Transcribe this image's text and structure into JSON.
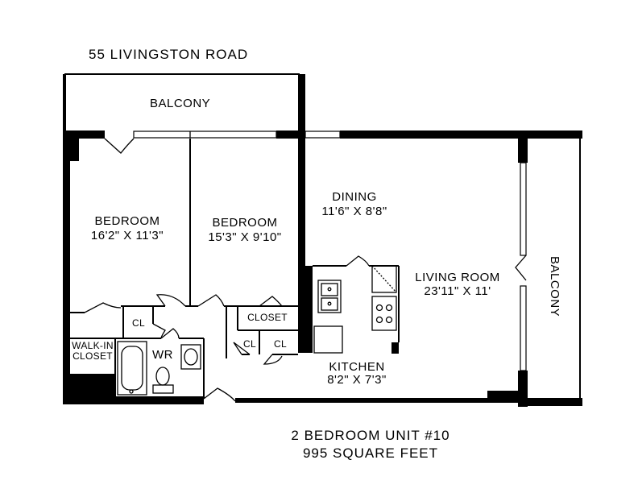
{
  "address": "55 LIVINGSTON ROAD",
  "balcony_top": "BALCONY",
  "balcony_right": "BALCONY",
  "rooms": {
    "bedroom1": {
      "name": "BEDROOM",
      "size": "16'2\" X 11'3\""
    },
    "bedroom2": {
      "name": "BEDROOM",
      "size": "15'3\" X 9'10\""
    },
    "dining": {
      "name": "DINING",
      "size": "11'6\" X 8'8\""
    },
    "living": {
      "name": "LIVING ROOM",
      "size": "23'11\" X 11'"
    },
    "kitchen": {
      "name": "KITCHEN",
      "size": "8'2\" X 7'3\""
    },
    "walkin": {
      "line1": "WALK-IN",
      "line2": "CLOSET"
    },
    "wr": "WR",
    "closet": "CLOSET",
    "cl1": "CL",
    "cl2": "CL",
    "cl3": "CL"
  },
  "unit": {
    "title": "2 BEDROOM UNIT #10",
    "area": "995 SQUARE FEET"
  }
}
